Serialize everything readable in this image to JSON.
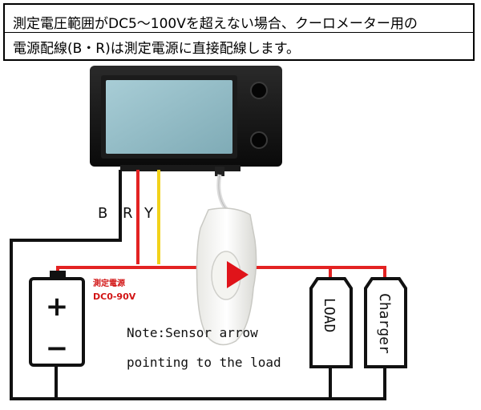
{
  "caption": {
    "line1": "測定電圧範囲がDC5～100Vを超えない場合、クーロメーター用の",
    "line2": "電源配線(B・R)は測定電源に直接配線します。"
  },
  "wire_labels": {
    "b": "B",
    "r": "R",
    "y": "Y"
  },
  "battery": {
    "plus": "+",
    "minus": "−",
    "label_line1": "測定電源",
    "label_line2": "DC0-90V"
  },
  "load_label": "LOAD",
  "charger_label": "Charger",
  "note": {
    "line1": "Note:Sensor arrow",
    "line2": "pointing to the load"
  },
  "colors": {
    "wire_black": "#111111",
    "wire_red": "#e32222",
    "wire_yellow": "#f2d21a",
    "arrow": "#e0141a",
    "battery_label": "#d21414",
    "lcd": "#8fb9c4"
  }
}
